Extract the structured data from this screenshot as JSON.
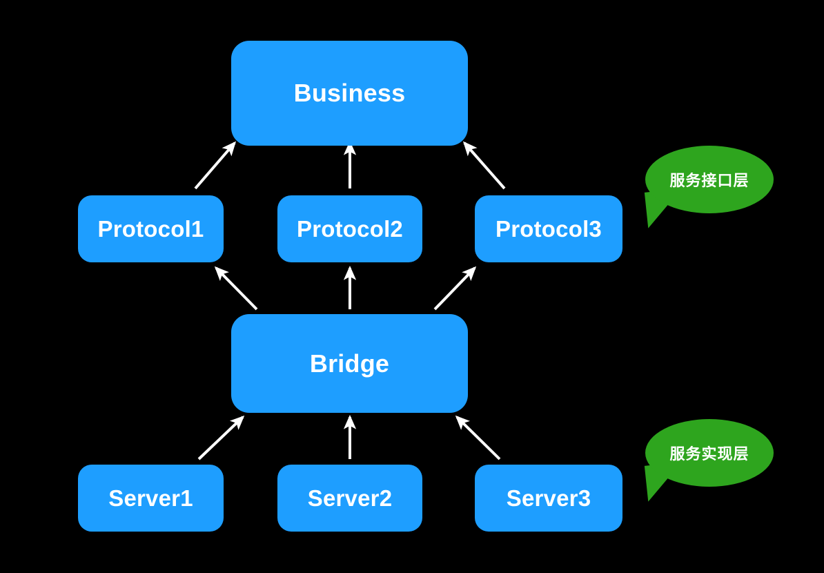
{
  "diagram": {
    "title": "Bridge Pattern Layered Architecture",
    "background_color": "#000000",
    "node_color": "#1E9EFF",
    "node_text_color": "#FFFFFF",
    "callout_color": "#2EA51E",
    "arrow_color": "#FFFFFF"
  },
  "nodes": {
    "business": {
      "label": "Business"
    },
    "protocol1": {
      "label": "Protocol1"
    },
    "protocol2": {
      "label": "Protocol2"
    },
    "protocol3": {
      "label": "Protocol3"
    },
    "bridge": {
      "label": "Bridge"
    },
    "server1": {
      "label": "Server1"
    },
    "server2": {
      "label": "Server2"
    },
    "server3": {
      "label": "Server3"
    }
  },
  "callouts": [
    {
      "label": "服务接口层"
    },
    {
      "label": "服务实现层"
    }
  ],
  "edges": [
    {
      "from": "protocol1",
      "to": "business",
      "direction": "up-right"
    },
    {
      "from": "protocol2",
      "to": "business",
      "direction": "up"
    },
    {
      "from": "protocol3",
      "to": "business",
      "direction": "up-left"
    },
    {
      "from": "bridge",
      "to": "protocol1",
      "direction": "up-left"
    },
    {
      "from": "bridge",
      "to": "protocol2",
      "direction": "up"
    },
    {
      "from": "bridge",
      "to": "protocol3",
      "direction": "up-right"
    },
    {
      "from": "server1",
      "to": "bridge",
      "direction": "up-right"
    },
    {
      "from": "server2",
      "to": "bridge",
      "direction": "up"
    },
    {
      "from": "server3",
      "to": "bridge",
      "direction": "up-left"
    }
  ]
}
